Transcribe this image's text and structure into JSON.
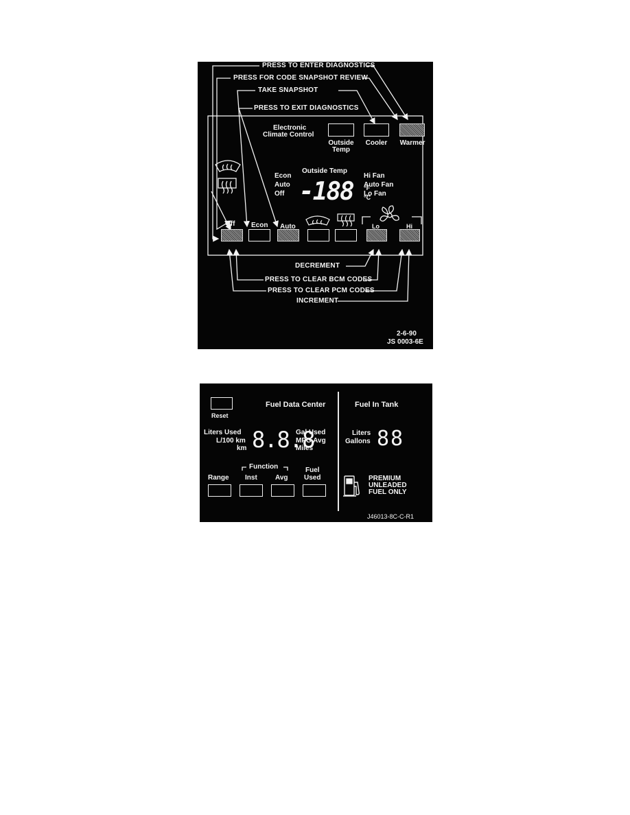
{
  "climate_panel": {
    "callouts": {
      "enter_diagnostics": "PRESS TO ENTER DIAGNOSTICS",
      "snapshot_review": "PRESS FOR CODE SNAPSHOT REVIEW",
      "take_snapshot": "TAKE SNAPSHOT",
      "exit_diagnostics": "PRESS TO EXIT DIAGNOSTICS",
      "decrement": "DECREMENT",
      "clear_bcm": "PRESS TO CLEAR BCM CODES",
      "clear_pcm": "PRESS TO CLEAR PCM CODES",
      "increment": "INCREMENT"
    },
    "title_line1": "Electronic",
    "title_line2": "Climate Control",
    "buttons": {
      "outside_temp_line1": "Outside",
      "outside_temp_line2": "Temp",
      "cooler": "Cooler",
      "warmer": "Warmer",
      "off": "Off",
      "econ": "Econ",
      "auto": "Auto",
      "lo": "Lo",
      "hi": "Hi"
    },
    "mode_list": [
      "Econ",
      "Auto",
      "Off"
    ],
    "display_label": "Outside Temp",
    "display_value": "-188",
    "unit_f": "°F",
    "unit_c": "°C",
    "fan_list": [
      "Hi Fan",
      "Auto Fan",
      "Lo Fan"
    ],
    "ref_date": "2-6-90",
    "ref_code": "JS 0003-6E",
    "colors": {
      "panel": "#050505",
      "shaded_button": "#8a8a8a",
      "text": "#f2f2f2"
    },
    "icons": [
      "windshield-defrost-icon",
      "rear-defrost-icon",
      "fan-icon"
    ]
  },
  "fuel_panel": {
    "reset": "Reset",
    "title": "Fuel Data Center",
    "left_labels": [
      "Liters Used",
      "L/100 km",
      "km"
    ],
    "right_labels": [
      "Gal Used",
      "MPG Avg",
      "Miles"
    ],
    "digits": "8.8.8",
    "function_label": "Function",
    "buttons": {
      "range": "Range",
      "inst": "Inst",
      "avg": "Avg",
      "fuel_used_line1": "Fuel",
      "fuel_used_line2": "Used"
    },
    "tank_title": "Fuel In Tank",
    "tank_labels": [
      "Liters",
      "Gallons"
    ],
    "tank_digits": "88",
    "premium_lines": [
      "PREMIUM",
      "UNLEADED",
      "FUEL ONLY"
    ],
    "ref_code": "J46013-8C-C-R1",
    "icons": [
      "fuel-pump-icon"
    ]
  }
}
